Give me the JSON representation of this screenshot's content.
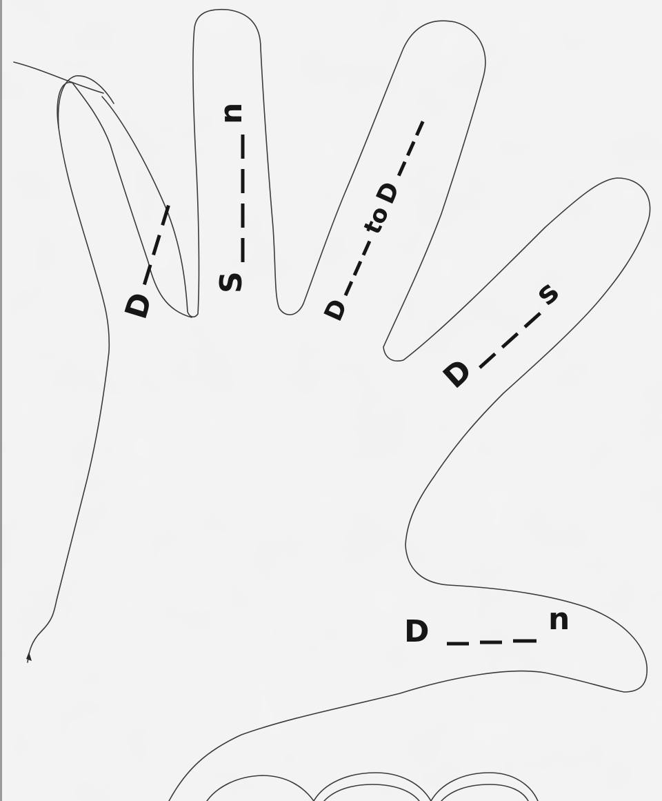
{
  "fingers": {
    "thumb": {
      "start": "D",
      "end": "n"
    },
    "index": {
      "start": "D",
      "end": "s"
    },
    "middle": {
      "start": "D",
      "mid": "to",
      "second": "D"
    },
    "ring": {
      "start": "S",
      "end": "n"
    },
    "pinky": {
      "start": "D"
    }
  },
  "colors": {
    "paper": "#f3f3f3",
    "outline": "#3a3a3a",
    "ink": "#161616"
  }
}
